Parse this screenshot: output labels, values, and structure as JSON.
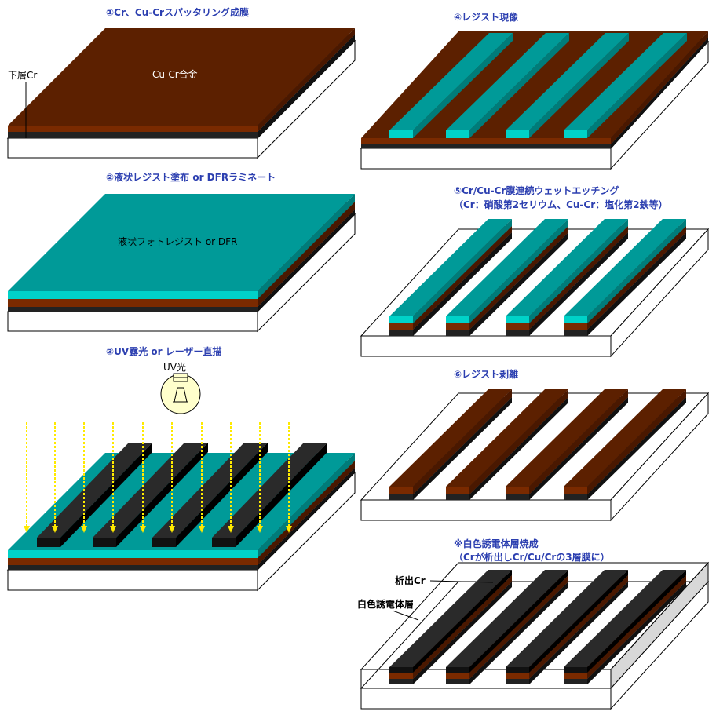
{
  "colors": {
    "cu_top": "#5c2000",
    "cu_front": "#7a2a00",
    "cu_side": "#4a1800",
    "cr_dark": "#222222",
    "resist_top": "#009a98",
    "resist_front": "#00d2c8",
    "mask_top": "#2a2a2a",
    "mask_front": "#111111",
    "title_blue": "#2c3fb0",
    "uv_yellow": "#ffea00",
    "bulb_fill": "#ffffcc"
  },
  "steps": {
    "s1": {
      "title": "①Cr、Cu-Crスパッタリング成膜",
      "layer_label": "Cu-Cr合金",
      "callout": "下層Cr"
    },
    "s2": {
      "title": "②液状レジスト塗布 or DFRラミネート",
      "layer_label": "液状フォトレジスト or DFR"
    },
    "s3": {
      "title": "③UV露光 or レーザー直描",
      "light_label": "UV光"
    },
    "s4": {
      "title": "④レジスト現像"
    },
    "s5": {
      "title": "⑤Cr/Cu-Cr膜連続ウェットエッチング",
      "subtitle": "（Cr：硝酸第2セリウム、Cu-Cr：塩化第2鉄等）"
    },
    "s6": {
      "title": "⑥レジスト剥離"
    },
    "s7": {
      "title": "※白色誘電体層焼成",
      "subtitle": "（Crが析出しCr/Cu/Crの3層膜に）",
      "callout_cr": "析出Cr",
      "callout_dielectric": "白色誘電体層"
    }
  }
}
